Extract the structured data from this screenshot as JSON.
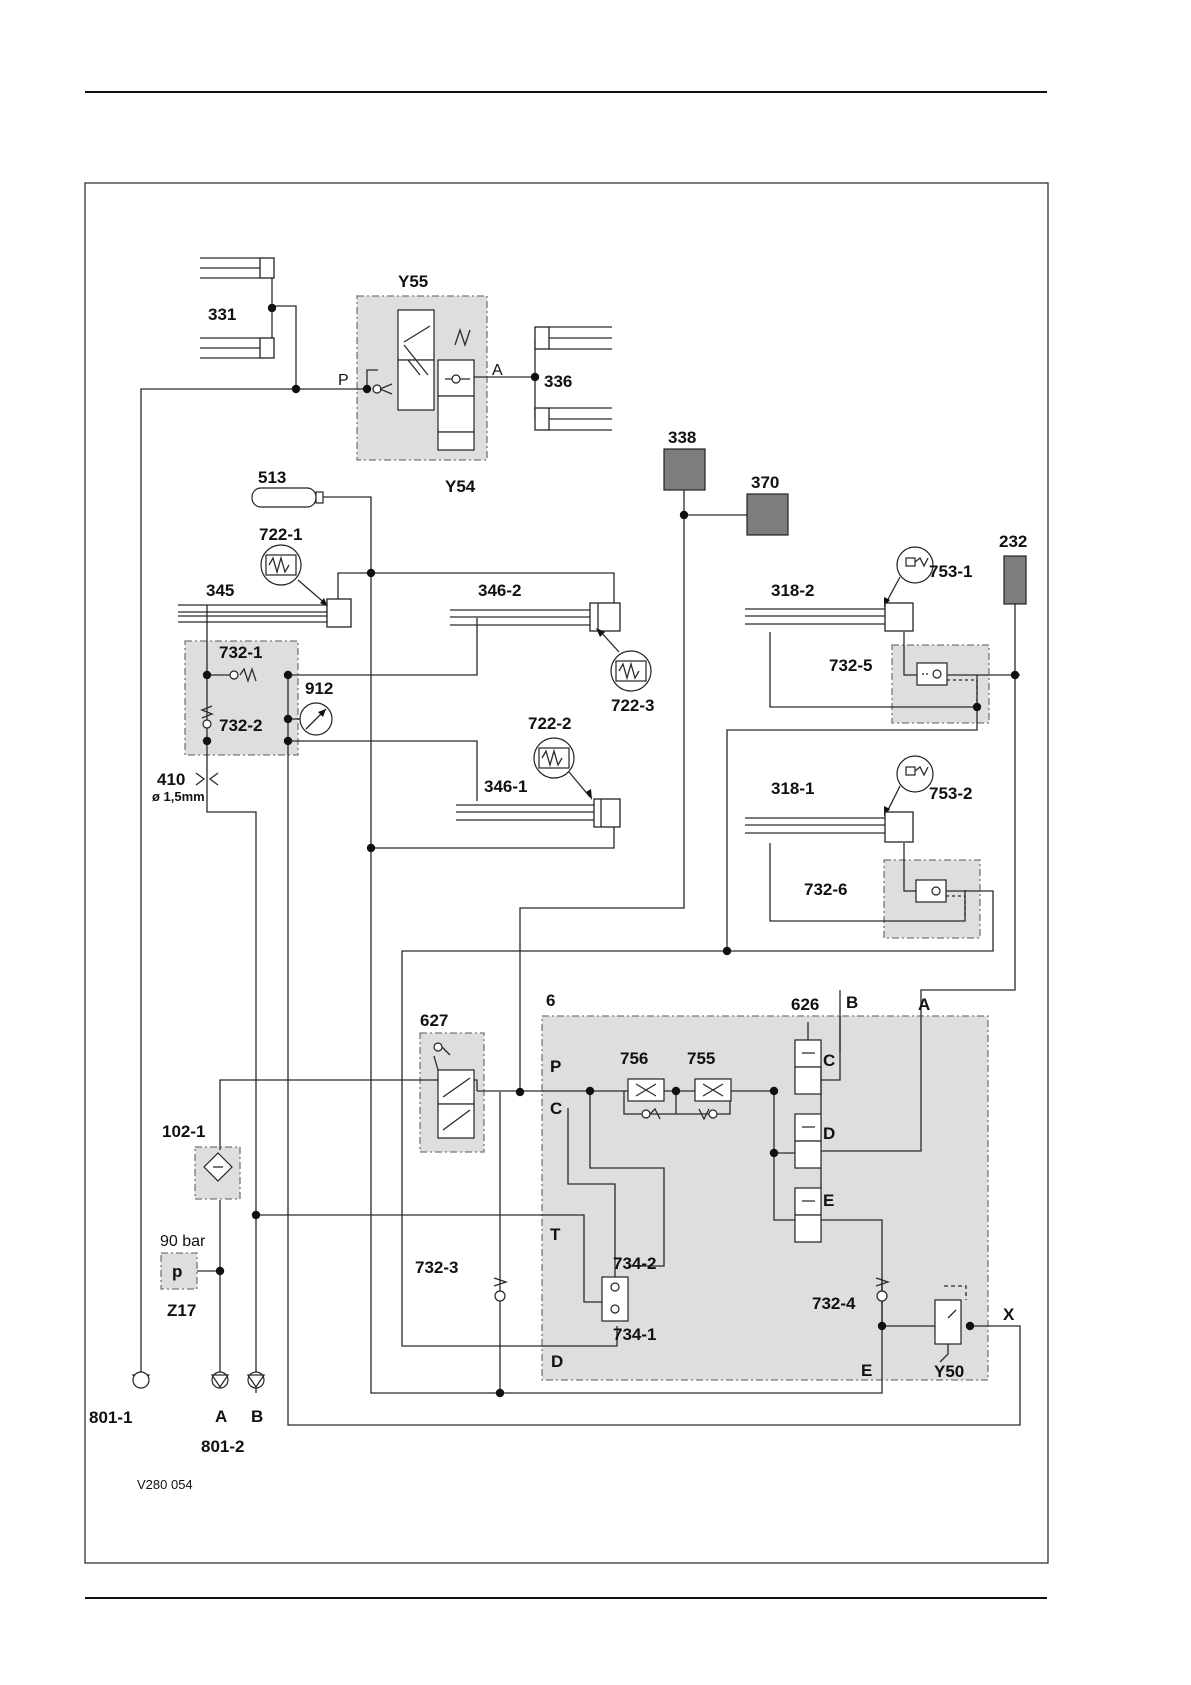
{
  "figure_id": "V280 054",
  "labels": {
    "y55": "Y55",
    "y54": "Y54",
    "c331": "331",
    "c336": "336",
    "p_port": "P",
    "a_port": "A",
    "c338": "338",
    "c370": "370",
    "c513": "513",
    "c722_1": "722-1",
    "c345": "345",
    "c346_2": "346-2",
    "c722_3": "722-3",
    "c732_1": "732-1",
    "c732_2": "732-2",
    "c912": "912",
    "c722_2": "722-2",
    "c346_1": "346-1",
    "c410": "410",
    "c410_sub": "ø 1,5mm",
    "c232": "232",
    "c318_2": "318-2",
    "c753_1": "753-1",
    "c732_5": "732-5",
    "c318_1": "318-1",
    "c753_2": "753-2",
    "c732_6": "732-6",
    "c6": "6",
    "c626": "626",
    "b_top": "B",
    "a_top": "A",
    "c627": "627",
    "p_val": "P",
    "c_val": "C",
    "t_val": "T",
    "d_val": "D",
    "e_val": "E",
    "c756": "756",
    "c755": "755",
    "sec_c": "C",
    "sec_d": "D",
    "sec_e": "E",
    "c734_2": "734-2",
    "c734_1": "734-1",
    "c732_3": "732-3",
    "c732_4": "732-4",
    "y50": "Y50",
    "x_port": "X",
    "c102_1": "102-1",
    "bar90": "90 bar",
    "p_sym": "p",
    "z17": "Z17",
    "c801_1": "801-1",
    "port_a": "A",
    "port_b": "B",
    "c801_2": "801-2"
  }
}
